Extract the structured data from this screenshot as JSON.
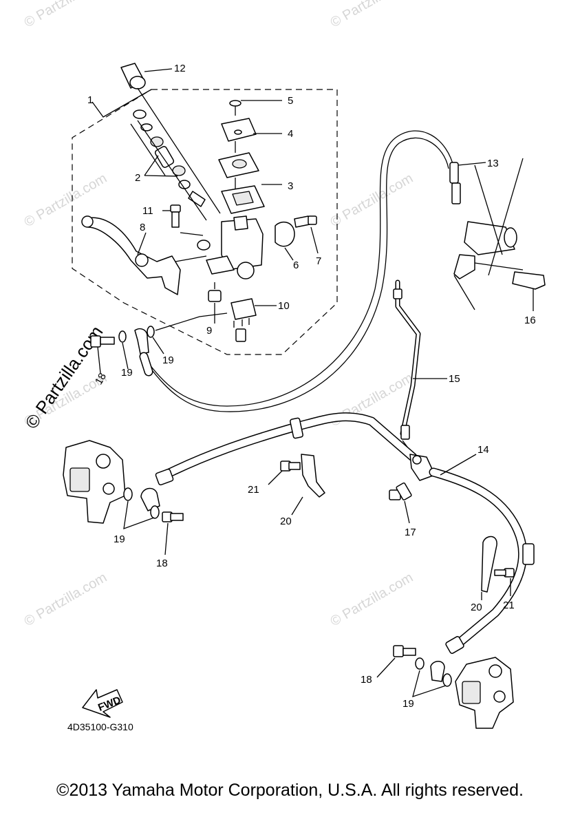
{
  "watermark": {
    "site": "© Partzilla.com",
    "corner": "© Partzilla.com"
  },
  "callouts": {
    "c1": "1",
    "c2": "2",
    "c3": "3",
    "c4": "4",
    "c5": "5",
    "c6": "6",
    "c7": "7",
    "c8": "8",
    "c9": "9",
    "c10": "10",
    "c11": "11",
    "c12": "12",
    "c13": "13",
    "c14": "14",
    "c15": "15",
    "c16": "16",
    "c17": "17",
    "c18a": "18",
    "c18b": "18",
    "c18c": "18",
    "c19a": "19",
    "c19b": "19",
    "c19c": "19",
    "c19d": "19",
    "c20a": "20",
    "c20b": "20",
    "c21a": "21",
    "c21b": "21"
  },
  "fwd_label": "FWD",
  "diagram_code": "4D35100-G310",
  "copyright": "©2013 Yamaha Motor Corporation, U.S.A. All rights reserved."
}
